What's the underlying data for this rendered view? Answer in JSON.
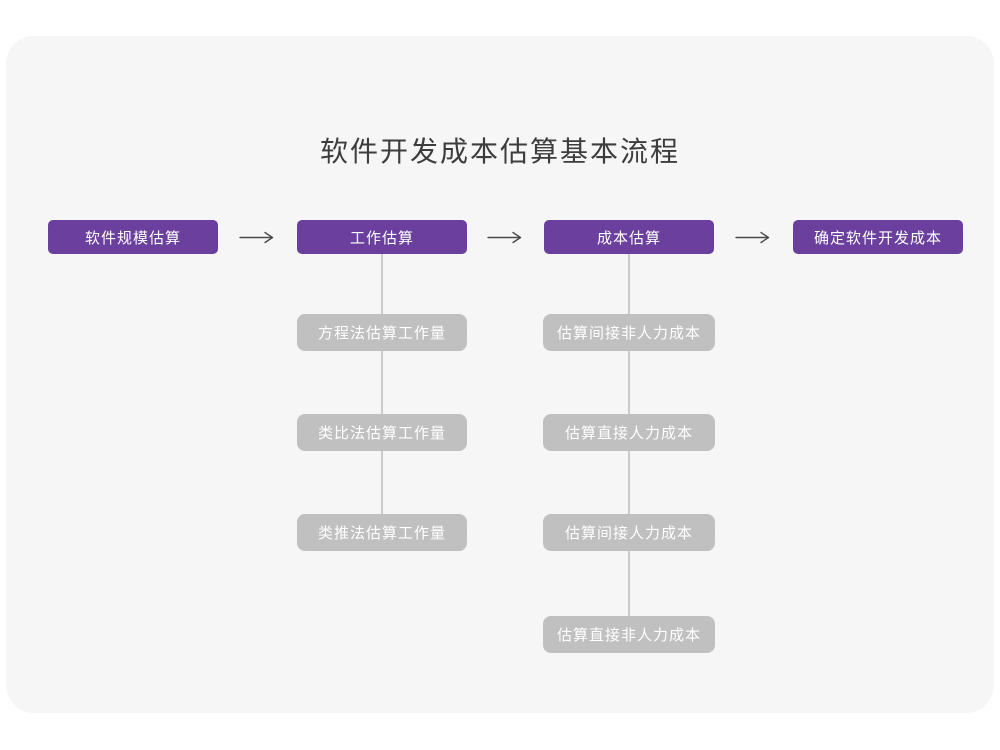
{
  "title": "软件开发成本估算基本流程",
  "flow": {
    "main_steps": [
      "软件规模估算",
      "工作估算",
      "成本估算",
      "确定软件开发成本"
    ],
    "work_estimation_methods": [
      "方程法估算工作量",
      "类比法估算工作量",
      "类推法估算工作量"
    ],
    "cost_estimation_substeps": [
      "估算间接非人力成本",
      "估算直接人力成本",
      "估算间接人力成本",
      "估算直接非人力成本"
    ]
  },
  "colors": {
    "purple": "#6B3F9E",
    "gray_box": "#C0C0C0",
    "card_bg": "#F6F6F7",
    "page_bg": "#FFFFFF",
    "line": "#CBCBCB",
    "arrow": "#4A4A4A",
    "title_text": "#3D3D3D",
    "box_text": "#FFFFFF"
  }
}
